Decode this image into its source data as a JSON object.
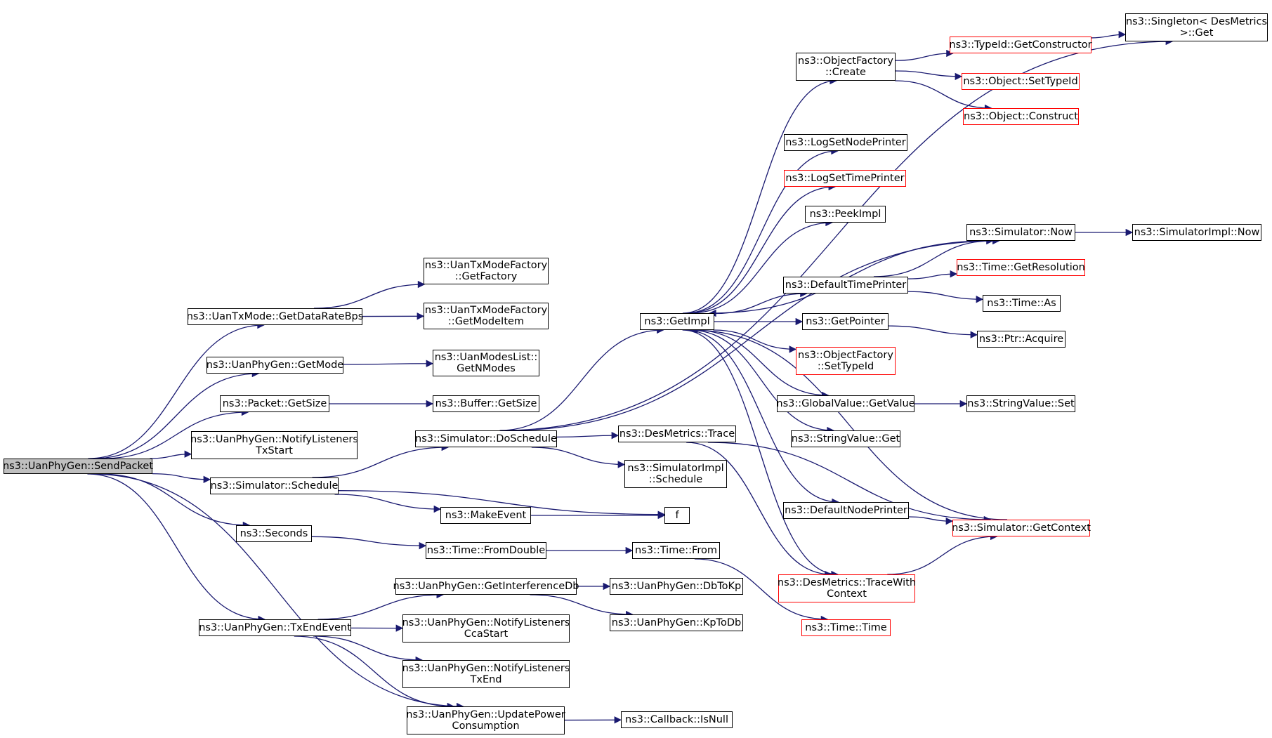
{
  "colors": {
    "edge": "#191970",
    "node_border": "#000000",
    "external_border": "#ff0000",
    "root_fill": "#bfbfbf"
  },
  "nodes": {
    "send_packet": "ns3::UanPhyGen::SendPacket",
    "get_data_rate_bps": "ns3::UanTxMode::GetDataRateBps",
    "get_factory": "ns3::UanTxModeFactory\n::GetFactory",
    "get_mode_item": "ns3::UanTxModeFactory\n::GetModeItem",
    "get_mode": "ns3::UanPhyGen::GetMode",
    "get_n_modes": "ns3::UanModesList::\nGetNModes",
    "packet_get_size": "ns3::Packet::GetSize",
    "buffer_get_size": "ns3::Buffer::GetSize",
    "notify_tx_start": "ns3::UanPhyGen::NotifyListeners\nTxStart",
    "simulator_schedule": "ns3::Simulator::Schedule",
    "do_schedule": "ns3::Simulator::DoSchedule",
    "make_event": "ns3::MakeEvent",
    "f": "f",
    "seconds": "ns3::Seconds",
    "from_double": "ns3::Time::FromDouble",
    "time_from": "ns3::Time::From",
    "tx_end_event": "ns3::UanPhyGen::TxEndEvent",
    "get_interference_db": "ns3::UanPhyGen::GetInterferenceDb",
    "notify_cca_start": "ns3::UanPhyGen::NotifyListeners\nCcaStart",
    "notify_tx_end": "ns3::UanPhyGen::NotifyListeners\nTxEnd",
    "update_power": "ns3::UanPhyGen::UpdatePower\nConsumption",
    "db_to_kp": "ns3::UanPhyGen::DbToKp",
    "kp_to_db": "ns3::UanPhyGen::KpToDb",
    "callback_is_null": "ns3::Callback::IsNull",
    "get_impl": "ns3::GetImpl",
    "des_metrics_trace": "ns3::DesMetrics::Trace",
    "simulator_impl_schedule": "ns3::SimulatorImpl\n::Schedule",
    "object_factory_create": "ns3::ObjectFactory\n::Create",
    "log_set_node_printer": "ns3::LogSetNodePrinter",
    "log_set_time_printer": "ns3::LogSetTimePrinter",
    "peek_impl": "ns3::PeekImpl",
    "default_time_printer": "ns3::DefaultTimePrinter",
    "get_pointer": "ns3::GetPointer",
    "object_factory_set_type_id": "ns3::ObjectFactory\n::SetTypeId",
    "global_value_get_value": "ns3::GlobalValue::GetValue",
    "string_value_get": "ns3::StringValue::Get",
    "default_node_printer": "ns3::DefaultNodePrinter",
    "trace_with_context": "ns3::DesMetrics::TraceWith\nContext",
    "time_time": "ns3::Time::Time",
    "singleton_get": "ns3::Singleton< DesMetrics\n>::Get",
    "type_id_get_constructor": "ns3::TypeId::GetConstructor",
    "object_set_type_id": "ns3::Object::SetTypeId",
    "object_construct": "ns3::Object::Construct",
    "simulator_now": "ns3::Simulator::Now",
    "simulator_impl_now": "ns3::SimulatorImpl::Now",
    "time_get_resolution": "ns3::Time::GetResolution",
    "time_as": "ns3::Time::As",
    "ptr_acquire": "ns3::Ptr::Acquire",
    "string_value_set": "ns3::StringValue::Set",
    "simulator_get_context": "ns3::Simulator::GetContext"
  },
  "external_nodes": [
    "log_set_time_printer",
    "object_factory_set_type_id",
    "trace_with_context",
    "time_time",
    "type_id_get_constructor",
    "object_set_type_id",
    "object_construct",
    "time_get_resolution",
    "simulator_get_context"
  ],
  "edges": [
    [
      "send_packet",
      "get_data_rate_bps"
    ],
    [
      "send_packet",
      "get_mode"
    ],
    [
      "send_packet",
      "packet_get_size"
    ],
    [
      "send_packet",
      "notify_tx_start"
    ],
    [
      "send_packet",
      "simulator_schedule"
    ],
    [
      "send_packet",
      "seconds"
    ],
    [
      "send_packet",
      "tx_end_event"
    ],
    [
      "send_packet",
      "update_power"
    ],
    [
      "get_data_rate_bps",
      "get_factory"
    ],
    [
      "get_data_rate_bps",
      "get_mode_item"
    ],
    [
      "get_mode",
      "get_n_modes"
    ],
    [
      "packet_get_size",
      "buffer_get_size"
    ],
    [
      "simulator_schedule",
      "do_schedule"
    ],
    [
      "simulator_schedule",
      "make_event"
    ],
    [
      "simulator_schedule",
      "f"
    ],
    [
      "make_event",
      "f"
    ],
    [
      "seconds",
      "from_double"
    ],
    [
      "from_double",
      "time_from"
    ],
    [
      "time_from",
      "time_time"
    ],
    [
      "tx_end_event",
      "get_interference_db"
    ],
    [
      "tx_end_event",
      "notify_cca_start"
    ],
    [
      "tx_end_event",
      "notify_tx_end"
    ],
    [
      "tx_end_event",
      "update_power"
    ],
    [
      "get_interference_db",
      "db_to_kp"
    ],
    [
      "get_interference_db",
      "kp_to_db"
    ],
    [
      "update_power",
      "callback_is_null"
    ],
    [
      "do_schedule",
      "get_impl"
    ],
    [
      "do_schedule",
      "des_metrics_trace"
    ],
    [
      "do_schedule",
      "simulator_impl_schedule"
    ],
    [
      "do_schedule",
      "singleton_get"
    ],
    [
      "do_schedule",
      "simulator_now"
    ],
    [
      "des_metrics_trace",
      "trace_with_context"
    ],
    [
      "des_metrics_trace",
      "simulator_get_context"
    ],
    [
      "get_impl",
      "object_factory_create"
    ],
    [
      "get_impl",
      "log_set_node_printer"
    ],
    [
      "get_impl",
      "log_set_time_printer"
    ],
    [
      "get_impl",
      "peek_impl"
    ],
    [
      "get_impl",
      "default_time_printer"
    ],
    [
      "get_impl",
      "get_pointer"
    ],
    [
      "get_impl",
      "object_factory_set_type_id"
    ],
    [
      "get_impl",
      "global_value_get_value"
    ],
    [
      "get_impl",
      "string_value_get"
    ],
    [
      "get_impl",
      "default_node_printer"
    ],
    [
      "get_impl",
      "trace_with_context"
    ],
    [
      "object_factory_create",
      "type_id_get_constructor"
    ],
    [
      "object_factory_create",
      "object_set_type_id"
    ],
    [
      "object_factory_create",
      "object_construct"
    ],
    [
      "type_id_get_constructor",
      "singleton_get"
    ],
    [
      "simulator_now",
      "simulator_impl_now"
    ],
    [
      "simulator_now",
      "get_impl"
    ],
    [
      "default_time_printer",
      "simulator_now"
    ],
    [
      "default_time_printer",
      "time_get_resolution"
    ],
    [
      "default_time_printer",
      "time_as"
    ],
    [
      "get_pointer",
      "ptr_acquire"
    ],
    [
      "global_value_get_value",
      "string_value_set"
    ],
    [
      "default_node_printer",
      "simulator_get_context"
    ],
    [
      "simulator_get_context",
      "get_impl"
    ],
    [
      "trace_with_context",
      "simulator_get_context"
    ]
  ]
}
